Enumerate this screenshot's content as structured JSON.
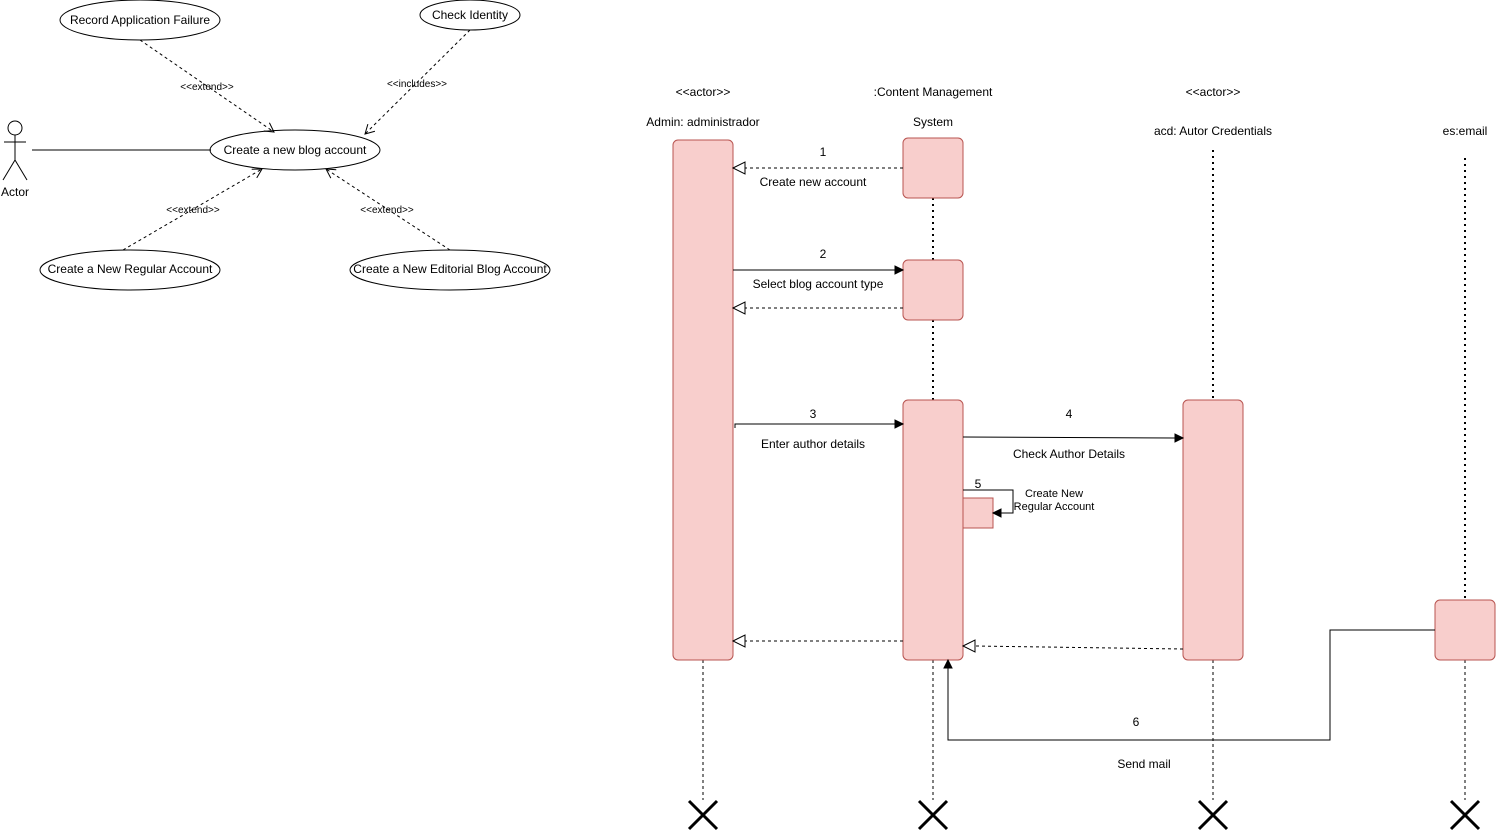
{
  "use_case": {
    "actor": "Actor",
    "main": "Create a new blog account",
    "record_failure": "Record Application Failure",
    "check_identity": "Check Identity",
    "regular_account": "Create a New Regular Account",
    "editorial_account": "Create a New Editorial Blog Account",
    "extend_label": "<<extend>>",
    "includes_label": "<<includes>>"
  },
  "sequence": {
    "lifelines": {
      "admin_stereotype": "<<actor>>",
      "admin_name": "Admin: administrador",
      "cms_line1": ":Content Management",
      "cms_line2": "System",
      "acd_stereotype": "<<actor>>",
      "acd_name": "acd: Autor Credentials",
      "email_name": "es:email"
    },
    "messages": {
      "m1_num": "1",
      "m1_text": "Create new account",
      "m2_num": "2",
      "m2_text": "Select blog account type",
      "m3_num": "3",
      "m3_text": "Enter author details",
      "m4_num": "4",
      "m4_text": "Check Author Details",
      "m5_num": "5",
      "m5_text_line1": "Create New",
      "m5_text_line2": "Regular Account",
      "m6_num": "6",
      "m6_text": "Send mail"
    }
  },
  "colors": {
    "activation_fill": "#f8cecc",
    "activation_stroke": "#b85450"
  }
}
